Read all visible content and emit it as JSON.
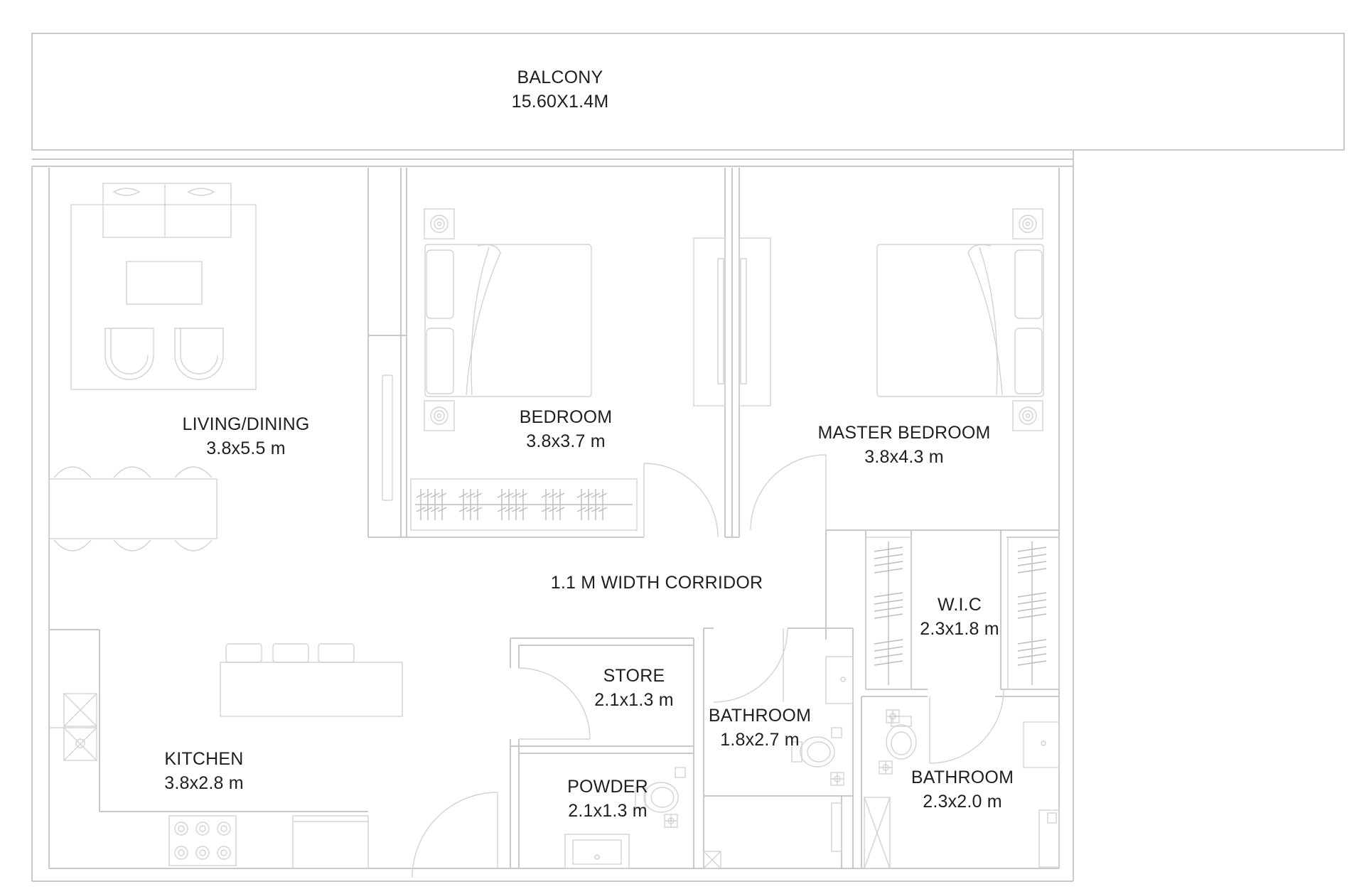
{
  "rooms": {
    "balcony": {
      "name": "BALCONY",
      "size": "15.60X1.4M"
    },
    "living": {
      "name": "LIVING/DINING",
      "size": "3.8x5.5 m"
    },
    "bedroom": {
      "name": "BEDROOM",
      "size": "3.8x3.7 m"
    },
    "master": {
      "name": "MASTER BEDROOM",
      "size": "3.8x4.3 m"
    },
    "corridor": {
      "name": "1.1 M WIDTH CORRIDOR"
    },
    "wic": {
      "name": "W.I.C",
      "size": "2.3x1.8 m"
    },
    "store": {
      "name": "STORE",
      "size": "2.1x1.3 m"
    },
    "bath1": {
      "name": "BATHROOM",
      "size": "1.8x2.7 m"
    },
    "bath2": {
      "name": "BATHROOM",
      "size": "2.3x2.0 m"
    },
    "kitchen": {
      "name": "KITCHEN",
      "size": "3.8x2.8 m"
    },
    "powder": {
      "name": "POWDER",
      "size": "2.1x1.3 m"
    }
  }
}
